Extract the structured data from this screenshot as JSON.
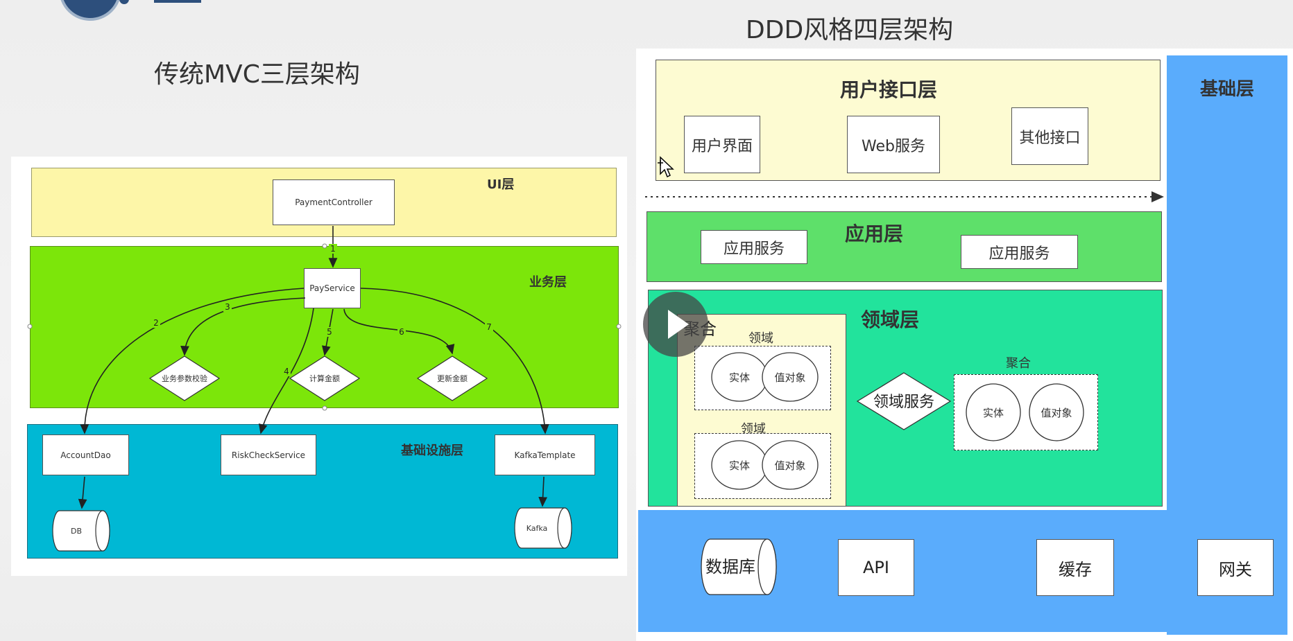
{
  "titles": {
    "mvc": "传统MVC三层架构",
    "ddd": "DDD风格四层架构"
  },
  "mvc": {
    "ui_layer": "UI层",
    "biz_layer": "业务层",
    "infra_layer": "基础设施层",
    "payment_controller": "PaymentController",
    "pay_service": "PayService",
    "decision_validate": "业务参数校验",
    "decision_calc": "计算金额",
    "decision_update": "更新金额",
    "account_dao": "AccountDao",
    "risk_check": "RiskCheckService",
    "kafka_template": "KafkaTemplate",
    "db": "DB",
    "kafka": "Kafka",
    "edges": [
      "1",
      "2",
      "3",
      "4",
      "5",
      "6",
      "7"
    ]
  },
  "ddd": {
    "foundation_layer": "基础层",
    "user_interface_layer": "用户接口层",
    "user_ui": "用户界面",
    "web_service": "Web服务",
    "other_interface": "其他接口",
    "app_layer": "应用层",
    "app_service_1": "应用服务",
    "app_service_2": "应用服务",
    "domain_layer": "领域层",
    "aggregate_left": "聚合",
    "domain_1": "领域",
    "domain_2": "领域",
    "entity": "实体",
    "value_object": "值对象",
    "domain_service": "领域服务",
    "aggregate_right": "聚合",
    "database": "数据库",
    "api": "API",
    "cache": "缓存",
    "gateway": "网关"
  },
  "colors": {
    "ui_yellow": "#fdf6a8",
    "biz_green": "#7ce60a",
    "infra_cyan": "#00b8d4",
    "ddd_yellow": "#fdfbd2",
    "app_green": "#5ee06a",
    "domain_green": "#22e39c",
    "foundation_blue": "#5aacfc"
  }
}
